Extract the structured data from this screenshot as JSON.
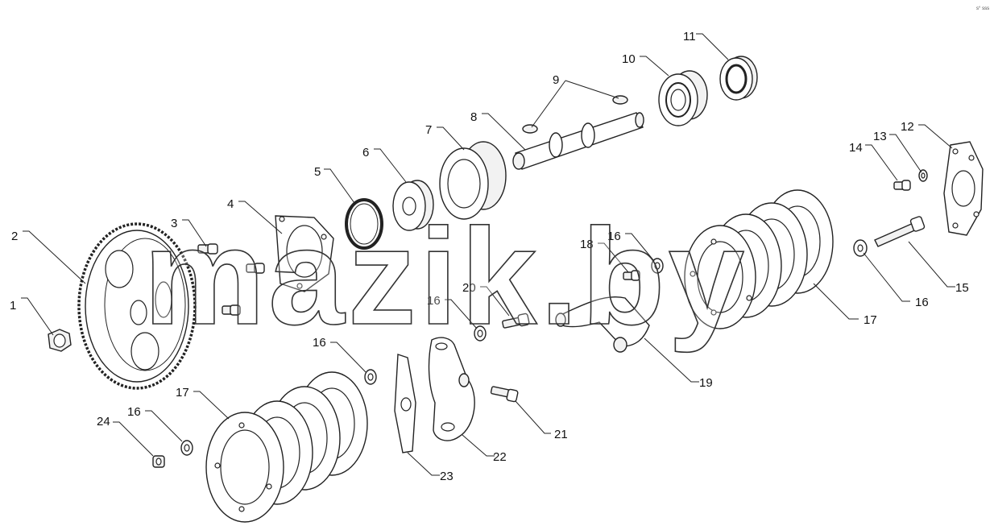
{
  "code": "s° sss",
  "watermark": "mazik.by",
  "callouts": [
    {
      "id": "c1",
      "label": "1"
    },
    {
      "id": "c2",
      "label": "2"
    },
    {
      "id": "c3",
      "label": "3"
    },
    {
      "id": "c4",
      "label": "4"
    },
    {
      "id": "c5",
      "label": "5"
    },
    {
      "id": "c6",
      "label": "6"
    },
    {
      "id": "c7",
      "label": "7"
    },
    {
      "id": "c8",
      "label": "8"
    },
    {
      "id": "c9",
      "label": "9"
    },
    {
      "id": "c10",
      "label": "10"
    },
    {
      "id": "c11",
      "label": "11"
    },
    {
      "id": "c12",
      "label": "12"
    },
    {
      "id": "c13",
      "label": "13"
    },
    {
      "id": "c14",
      "label": "14"
    },
    {
      "id": "c15",
      "label": "15"
    },
    {
      "id": "c16a",
      "label": "16"
    },
    {
      "id": "c16b",
      "label": "16"
    },
    {
      "id": "c16c",
      "label": "16"
    },
    {
      "id": "c16d",
      "label": "16"
    },
    {
      "id": "c16e",
      "label": "16"
    },
    {
      "id": "c17a",
      "label": "17"
    },
    {
      "id": "c17b",
      "label": "17"
    },
    {
      "id": "c18",
      "label": "18"
    },
    {
      "id": "c19",
      "label": "19"
    },
    {
      "id": "c20",
      "label": "20"
    },
    {
      "id": "c21",
      "label": "21"
    },
    {
      "id": "c22",
      "label": "22"
    },
    {
      "id": "c23",
      "label": "23"
    },
    {
      "id": "c24",
      "label": "24"
    }
  ]
}
